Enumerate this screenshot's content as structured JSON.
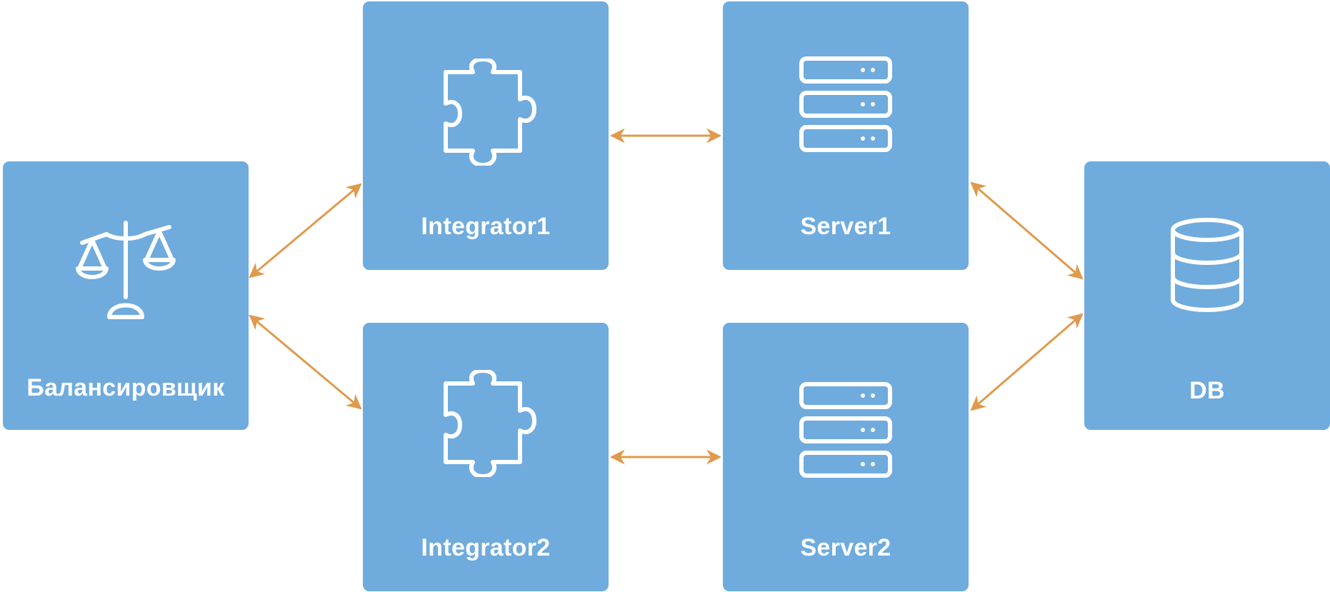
{
  "colors": {
    "node_fill": "#6fabdd",
    "node_text": "#ffffff",
    "connector": "#e09a4c",
    "background": "#ffffff"
  },
  "nodes": {
    "balancer": {
      "label": "Балансировщик",
      "icon": "balance-scale-icon"
    },
    "integrator1": {
      "label": "Integrator1",
      "icon": "puzzle-piece-icon"
    },
    "integrator2": {
      "label": "Integrator2",
      "icon": "puzzle-piece-icon"
    },
    "server1": {
      "label": "Server1",
      "icon": "server-stack-icon"
    },
    "server2": {
      "label": "Server2",
      "icon": "server-stack-icon"
    },
    "db": {
      "label": "DB",
      "icon": "database-icon"
    }
  },
  "connections": [
    {
      "from": "balancer",
      "to": "integrator1",
      "direction": "bidirectional"
    },
    {
      "from": "balancer",
      "to": "integrator2",
      "direction": "bidirectional"
    },
    {
      "from": "integrator1",
      "to": "server1",
      "direction": "bidirectional"
    },
    {
      "from": "integrator2",
      "to": "server2",
      "direction": "bidirectional"
    },
    {
      "from": "server1",
      "to": "db",
      "direction": "bidirectional"
    },
    {
      "from": "server2",
      "to": "db",
      "direction": "bidirectional"
    }
  ]
}
